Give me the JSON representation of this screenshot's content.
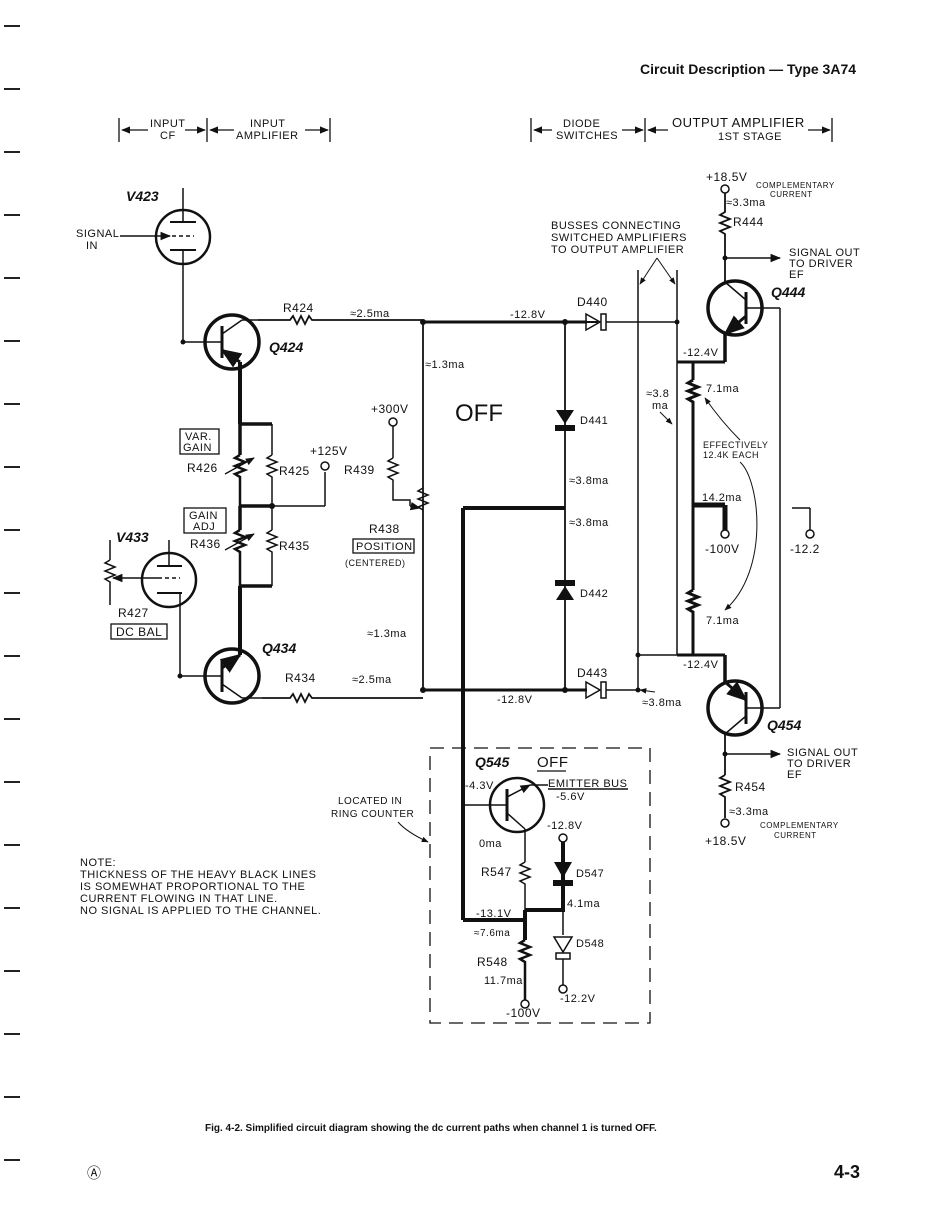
{
  "header": "Circuit Description — Type 3A74",
  "sections": {
    "input_cf": [
      "INPUT",
      "CF"
    ],
    "input_amp": [
      "INPUT",
      "AMPLIFIER"
    ],
    "diode_sw": [
      "DIODE",
      "SWITCHES"
    ],
    "output_amp": [
      "OUTPUT AMPLIFIER",
      "1ST STAGE"
    ]
  },
  "components": {
    "v423": "V423",
    "v433": "V433",
    "q424": "Q424",
    "q434": "Q434",
    "q444": "Q444",
    "q454": "Q454",
    "q545": "Q545",
    "r424": "R424",
    "r425": "R425",
    "r426": "R426",
    "r427": "R427",
    "r434": "R434",
    "r435": "R435",
    "r436": "R436",
    "r438": "R438",
    "r439": "R439",
    "r444": "R444",
    "r454": "R454",
    "r547": "R547",
    "r548": "R548",
    "d440": "D440",
    "d441": "D441",
    "d442": "D442",
    "d443": "D443",
    "d547": "D547",
    "d548": "D548"
  },
  "boxes": {
    "var_gain": [
      "VAR.",
      "GAIN"
    ],
    "gain_adj": [
      "GAIN",
      "ADJ"
    ],
    "position": "POSITION",
    "dc_bal": "DC BAL"
  },
  "labels": {
    "signal_in": [
      "SIGNAL",
      "IN"
    ],
    "centered": "(CENTERED)",
    "off_main": "OFF",
    "off_q545": "OFF",
    "busses": [
      "BUSSES CONNECTING",
      "SWITCHED AMPLIFIERS",
      "TO OUTPUT AMPLIFIER"
    ],
    "signal_out_top": [
      "SIGNAL OUT",
      "TO DRIVER",
      "EF"
    ],
    "signal_out_bot": [
      "SIGNAL OUT",
      "TO DRIVER",
      "EF"
    ],
    "comp_current_top": [
      "COMPLEMENTARY",
      "CURRENT"
    ],
    "comp_current_bot": [
      "COMPLEMENTARY",
      "CURRENT"
    ],
    "effectively": [
      "EFFECTIVELY",
      "12.4K EACH"
    ],
    "located_in": [
      "LOCATED IN",
      "RING COUNTER"
    ],
    "emitter_bus": "EMITTER BUS"
  },
  "values": {
    "i_r424": "≈2.5ma",
    "v_bus_top": "-12.8V",
    "i_1_3_top": "≈1.3ma",
    "v_300": "+300V",
    "v_125": "+125V",
    "i_3_8_a": "≈3.8ma",
    "i_3_8_b": "≈3.8ma",
    "i_1_3_bot": "≈1.3ma",
    "i_r434": "≈2.5ma",
    "v_bus_bot": "-12.8V",
    "v_18_5_top": "+18.5V",
    "i_3_3_top": "≈3.3ma",
    "v_12_4_top": "-12.4V",
    "i_3_8_bus": [
      "≈3.8",
      "ma"
    ],
    "i_7_1_top": "7.1ma",
    "i_14_2": "14.2ma",
    "v_100_mid": "-100V",
    "v_12_2_right": "-12.2",
    "i_7_1_bot": "7.1ma",
    "v_12_4_bot": "-12.4V",
    "i_3_8_d443": "≈3.8ma",
    "i_3_3_bot": "≈3.3ma",
    "v_18_5_bot": "+18.5V",
    "v_4_3": "-4.3V",
    "v_5_6": "-5.6V",
    "v_12_8_q545": "-12.8V",
    "i_0": "0ma",
    "i_4_1": "4.1ma",
    "v_13_1": "-13.1V",
    "i_7_6": "≈7.6ma",
    "i_11_7": "11.7ma",
    "v_12_2_bot": "-12.2V",
    "v_100_bot": "-100V"
  },
  "note": [
    "NOTE:",
    "THICKNESS OF THE HEAVY BLACK LINES",
    "IS SOMEWHAT PROPORTIONAL TO THE",
    "CURRENT FLOWING IN THAT LINE.",
    "NO SIGNAL IS APPLIED TO THE CHANNEL."
  ],
  "caption": "Fig. 4-2. Simplified circuit diagram showing the dc current paths when channel 1 is turned OFF.",
  "page_number": "4-3",
  "corner_mark": "Ⓐ"
}
